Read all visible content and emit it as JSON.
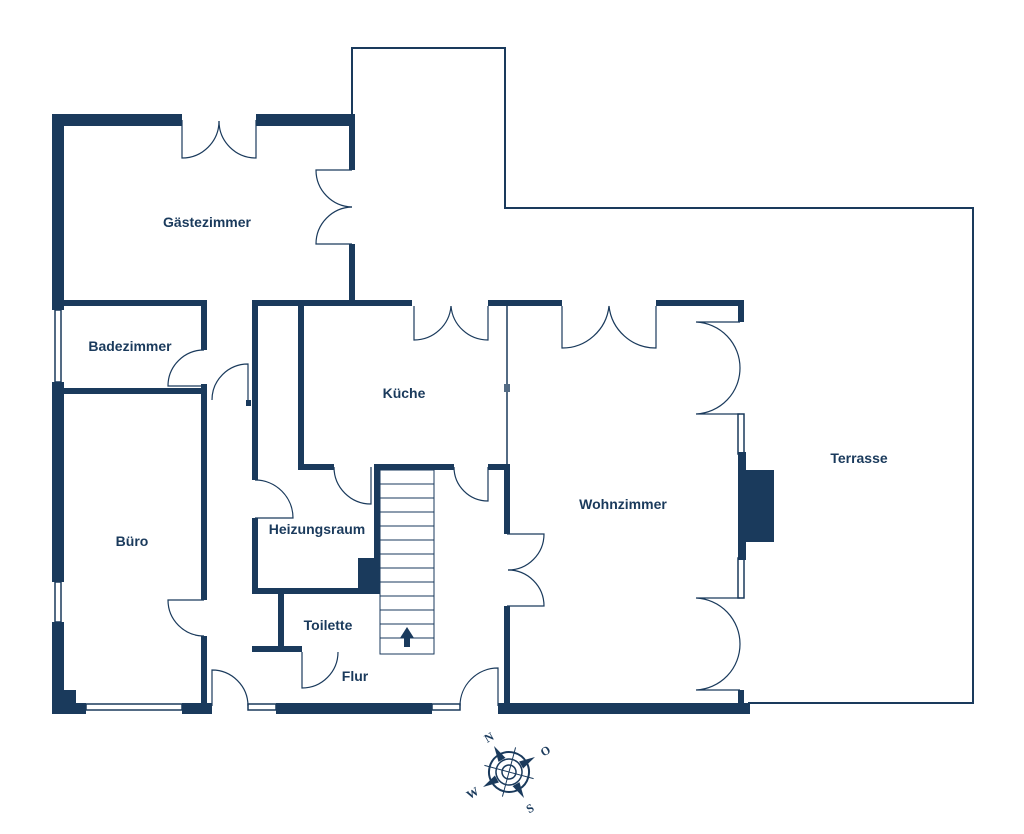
{
  "colors": {
    "wall": "#1a3a5c",
    "background": "#ffffff"
  },
  "rooms": {
    "gaestezimmer": "Gästezimmer",
    "badezimmer": "Badezimmer",
    "kueche": "Küche",
    "terrasse": "Terrasse",
    "wohnzimmer": "Wohnzimmer",
    "buero": "Büro",
    "heizungsraum": "Heizungsraum",
    "toilette": "Toilette",
    "flur": "Flur"
  },
  "compass": {
    "north": "N",
    "east": "O",
    "south": "S",
    "west": "W"
  },
  "icons": {
    "stair_arrow": "stair-direction-arrow-icon",
    "compass": "compass-rose-icon"
  }
}
